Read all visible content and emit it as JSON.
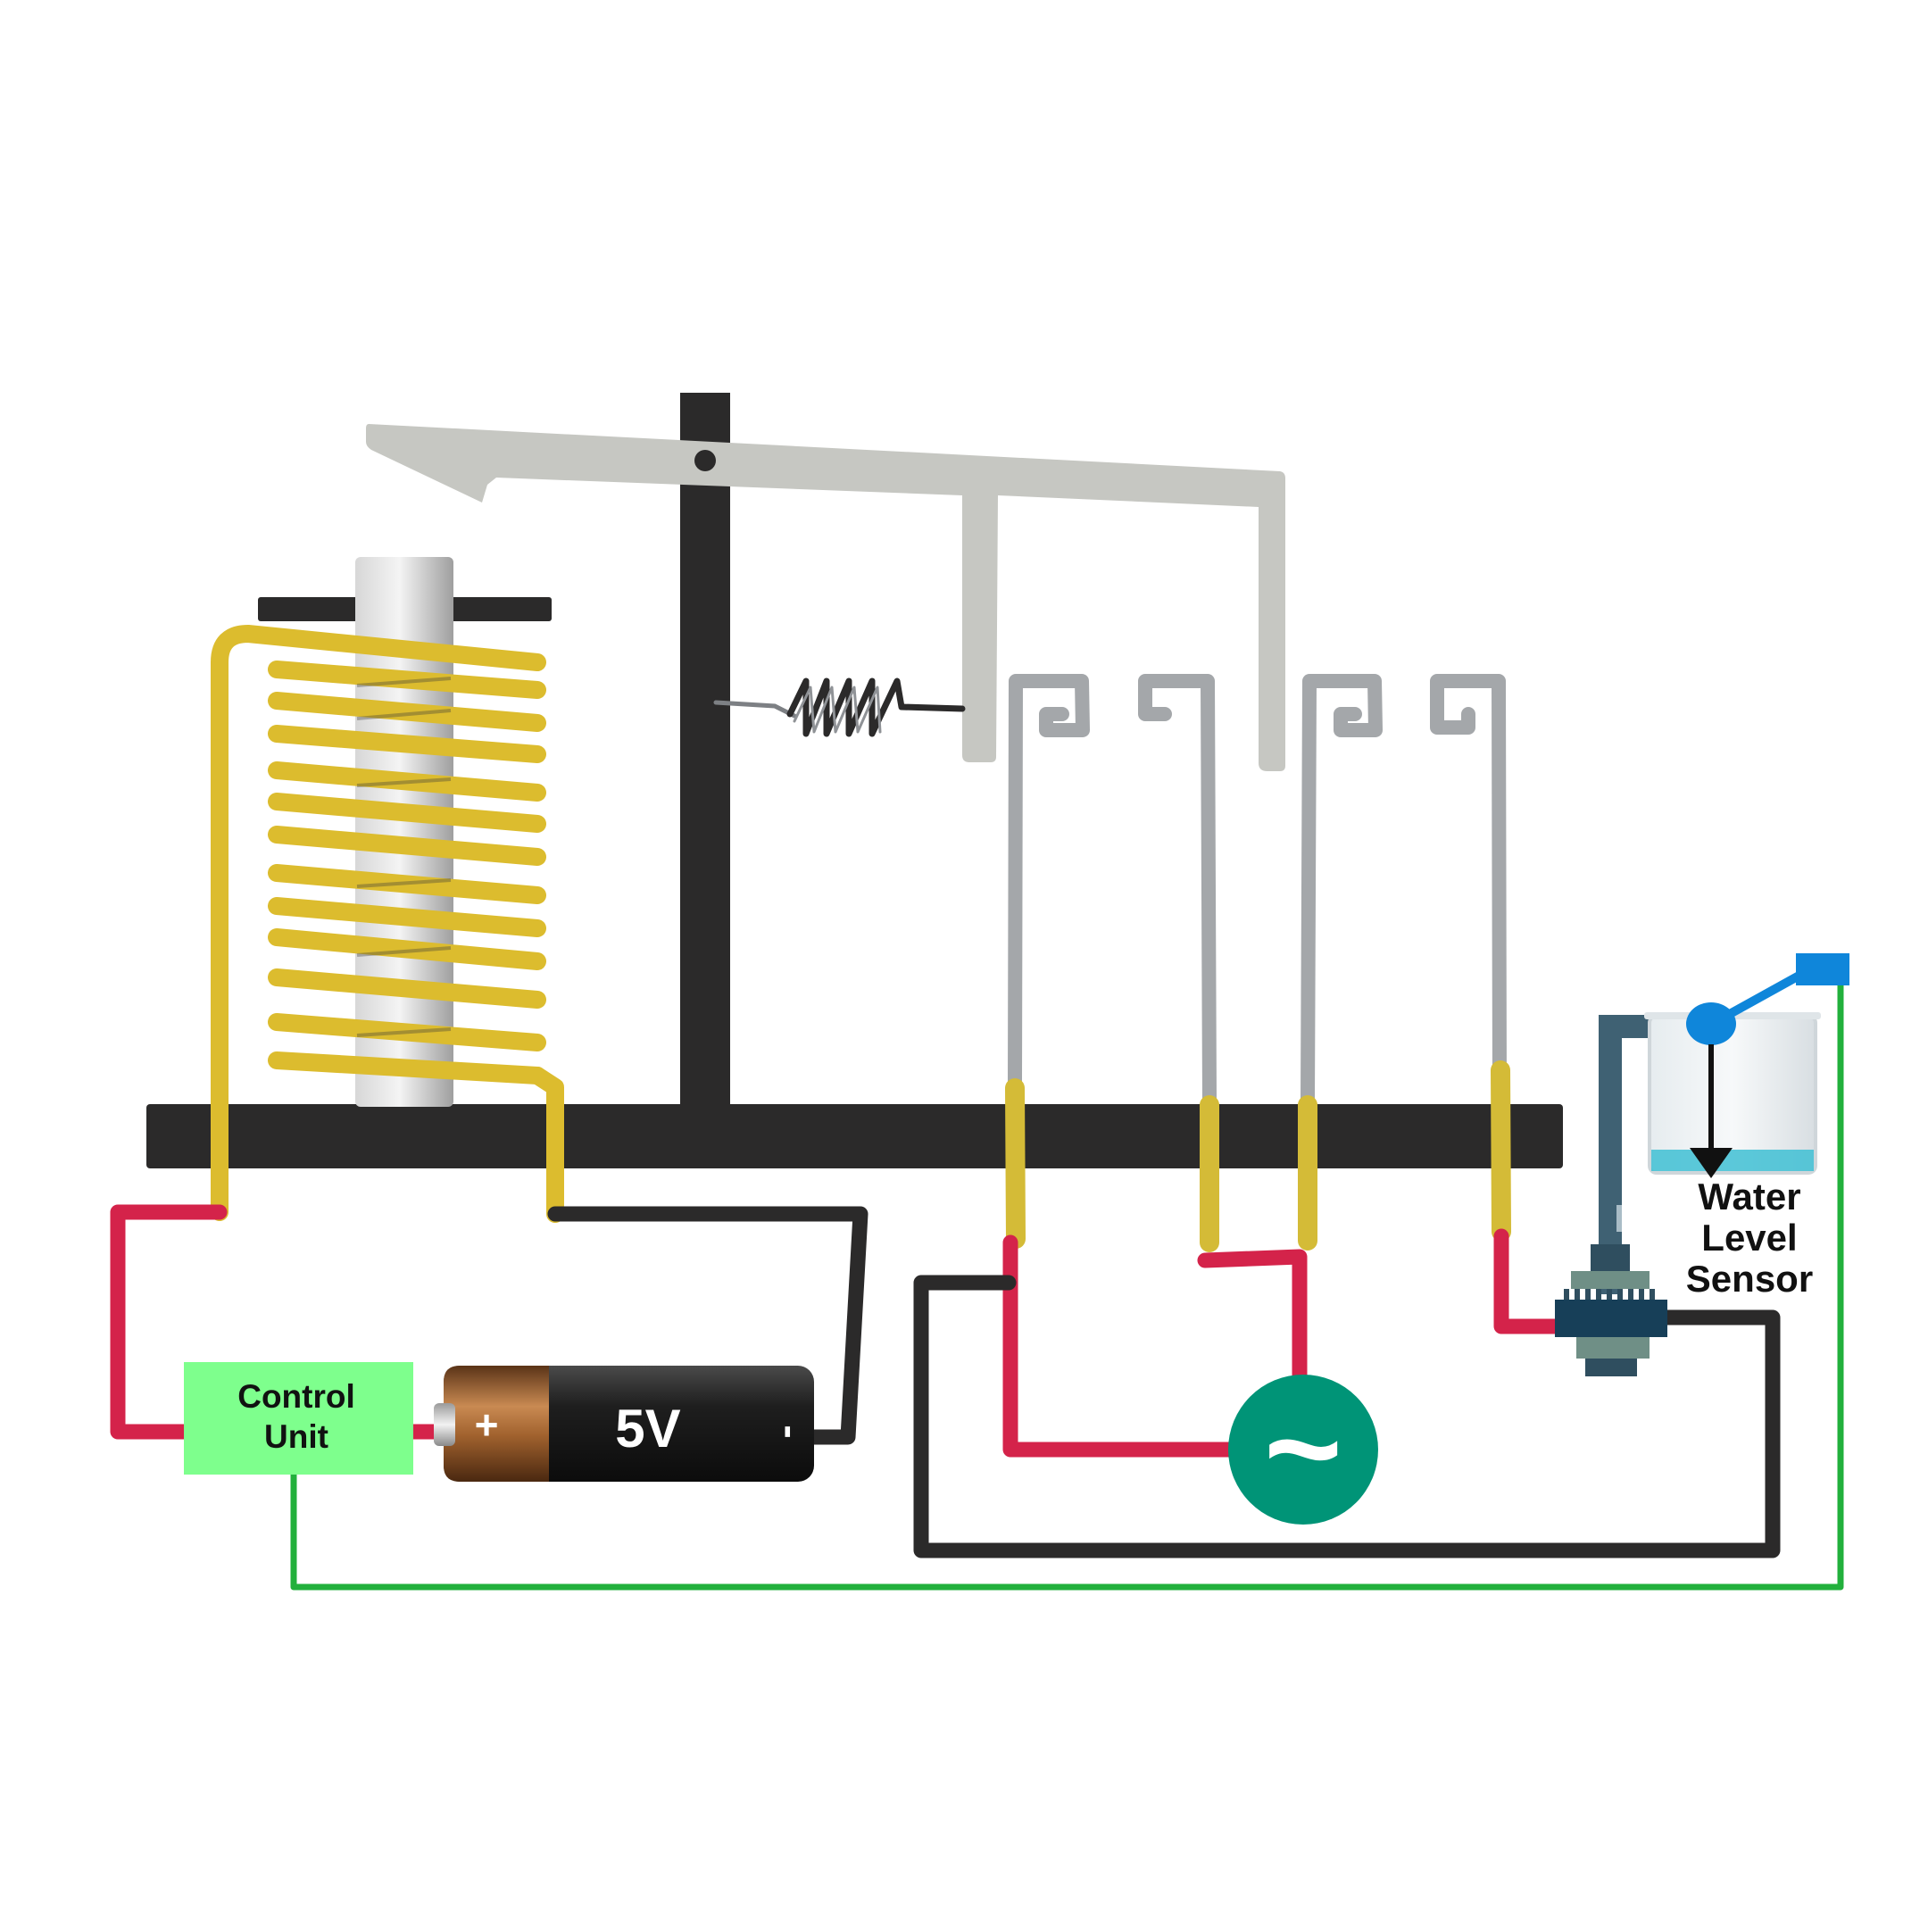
{
  "control_unit": {
    "line1": "Control",
    "line2": "Unit"
  },
  "battery": {
    "plus_sign": "+",
    "voltage": "5V",
    "minus_sign": "-"
  },
  "sensor_label": {
    "line1": "Water",
    "line2": "Level",
    "line3": "Sensor"
  },
  "ac_source_symbol": "~",
  "colors": {
    "positive_wire": "#d4234a",
    "negative_wire": "#2b2a2a",
    "signal_wire": "#22b03c",
    "coil": "#dcbc2e",
    "contact": "#a4a7aa",
    "armature": "#c6c7c2",
    "frame": "#2b2a2a",
    "control_unit": "#7eff8d",
    "ac_source": "#009477",
    "float": "#0f86da",
    "pump": "#3f6173",
    "water": "#3fc0d3"
  }
}
